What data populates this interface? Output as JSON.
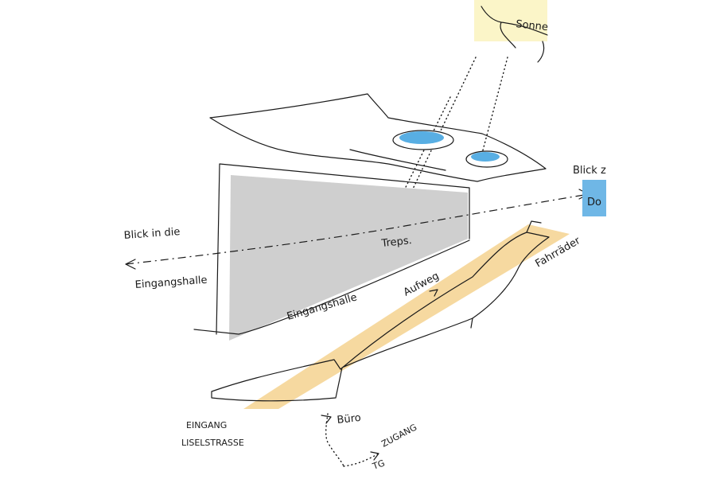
{
  "labels": {
    "sun": "Sonne",
    "view_left_1": "Blick in die",
    "view_left_2": "Eingangshalle",
    "view_right_1": "Blick z",
    "view_right_2": "Do",
    "hall": "Eingangshalle",
    "stairs": "Treps.",
    "ascent": "Aufweg",
    "bikes": "Fahrräder",
    "entrance_1": "EINGANG",
    "entrance_2": "LISELSTRASSE",
    "office": "Büro",
    "garage_1": "ZUGANG",
    "garage_2": "TG"
  },
  "colors": {
    "sun_highlight": "#fbf5c8",
    "sky_blue": "#6fb7e6",
    "skylight_blue": "#58aee3",
    "hall_gray": "#cfcfcf",
    "ramp_ochre": "#f6d9a0",
    "ink": "#1a1a1a"
  }
}
